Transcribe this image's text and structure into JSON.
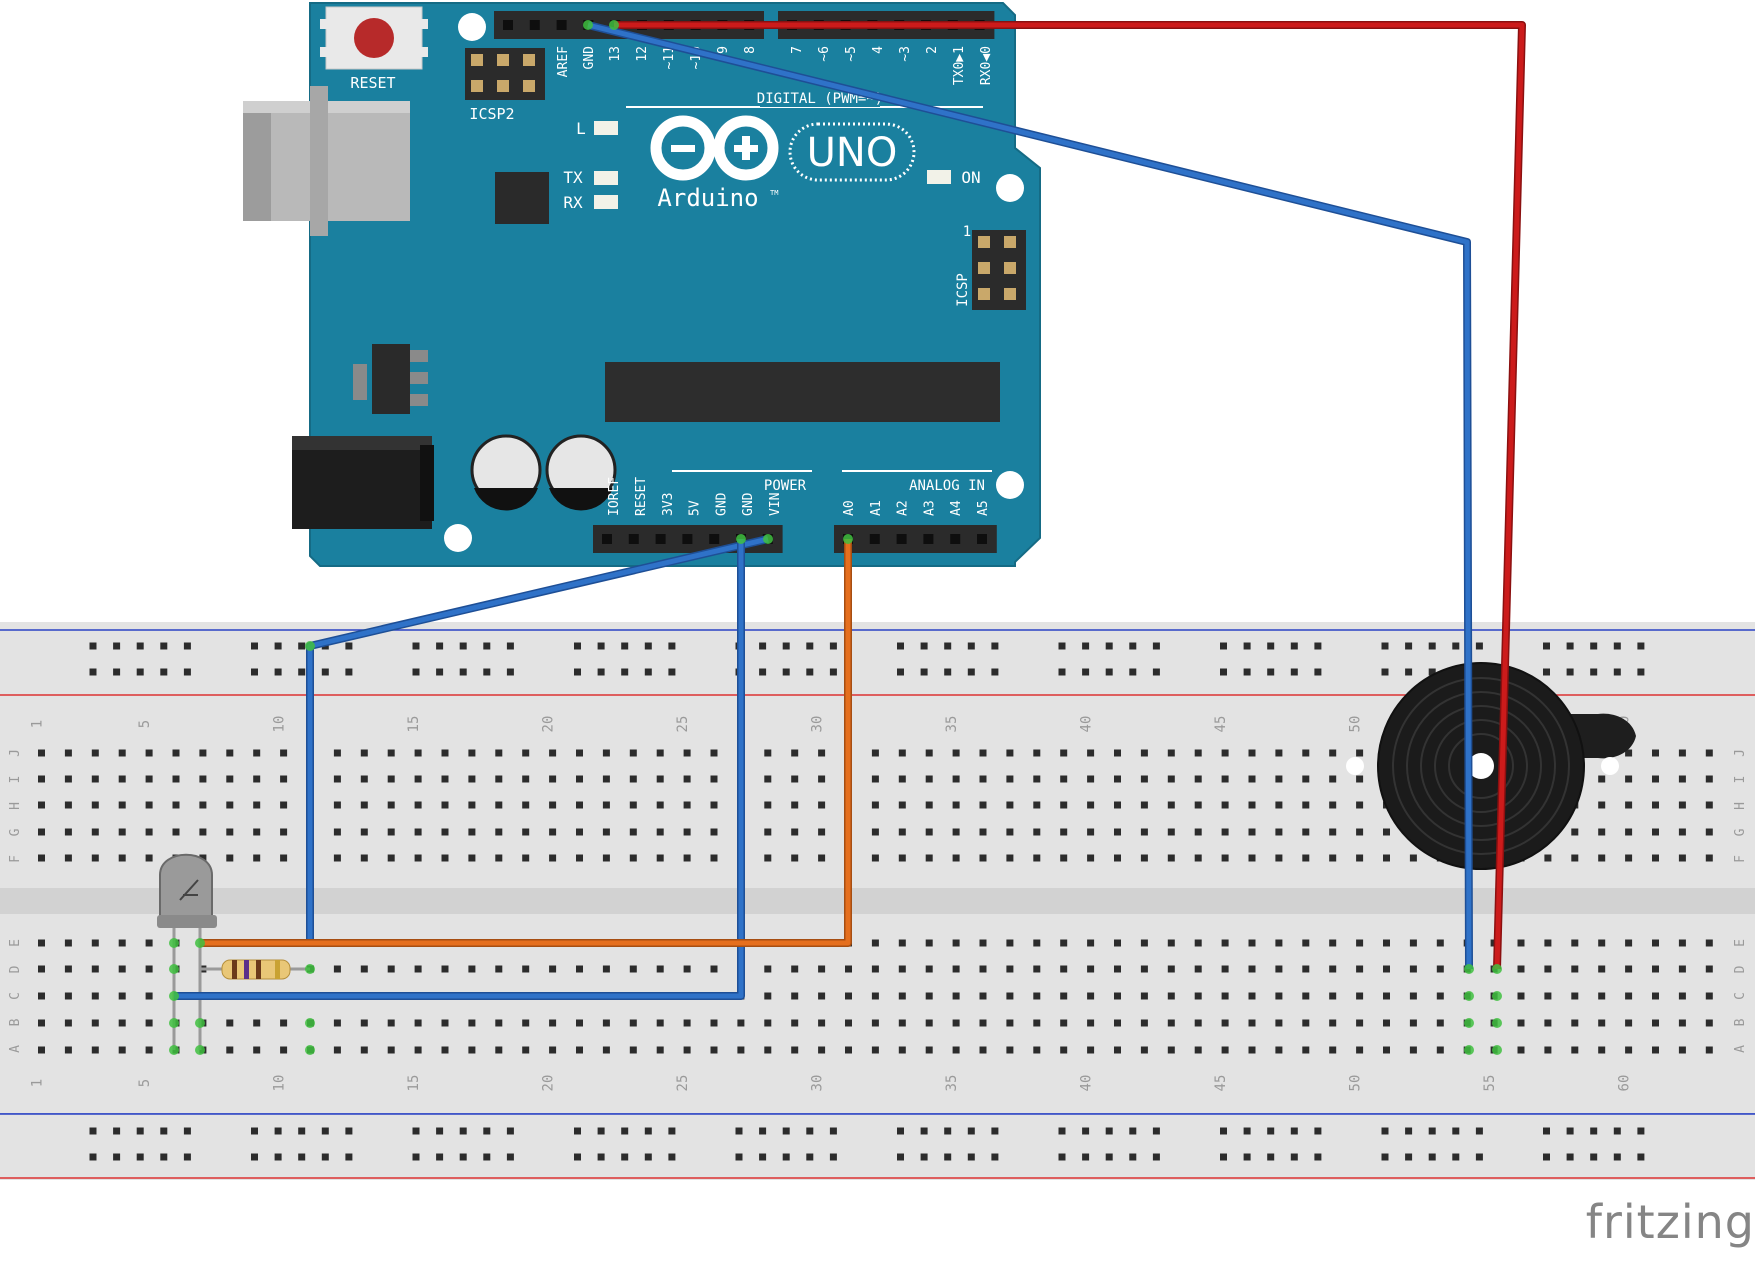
{
  "board": {
    "reset_label": "RESET",
    "icsp2_label": "ICSP2",
    "icsp_label": "ICSP",
    "icsp_pin1": "1",
    "digital_label": "DIGITAL (PWM=~)",
    "header_top_labels": [
      "AREF",
      "GND",
      "13",
      "12",
      "~11",
      "~10",
      "~9",
      "8",
      "7",
      "~6",
      "~5",
      "4",
      "~3",
      "2",
      "TX0▶1",
      "RX0◀0"
    ],
    "led_l": "L",
    "led_tx": "TX",
    "led_rx": "RX",
    "led_on": "ON",
    "logo_model": "UNO",
    "logo_brand": "Arduino",
    "logo_tm": "TM",
    "power_label": "POWER",
    "power_pins": [
      "IOREF",
      "RESET",
      "3V3",
      "5V",
      "GND",
      "GND",
      "VIN"
    ],
    "analog_label": "ANALOG IN",
    "analog_pins": [
      "A0",
      "A1",
      "A2",
      "A3",
      "A4",
      "A5"
    ]
  },
  "breadboard": {
    "row_letters_top": [
      "J",
      "I",
      "H",
      "G",
      "F"
    ],
    "row_letters_bottom": [
      "E",
      "D",
      "C",
      "B",
      "A"
    ],
    "column_numbers": [
      "1",
      "5",
      "10",
      "15",
      "20",
      "25",
      "30",
      "35",
      "40",
      "45",
      "50",
      "55",
      "60"
    ]
  },
  "wire_colors": {
    "blue": "#2f72c8",
    "red": "#cc1b1b",
    "orange": "#e56f1e"
  },
  "watermark": "fritzing"
}
